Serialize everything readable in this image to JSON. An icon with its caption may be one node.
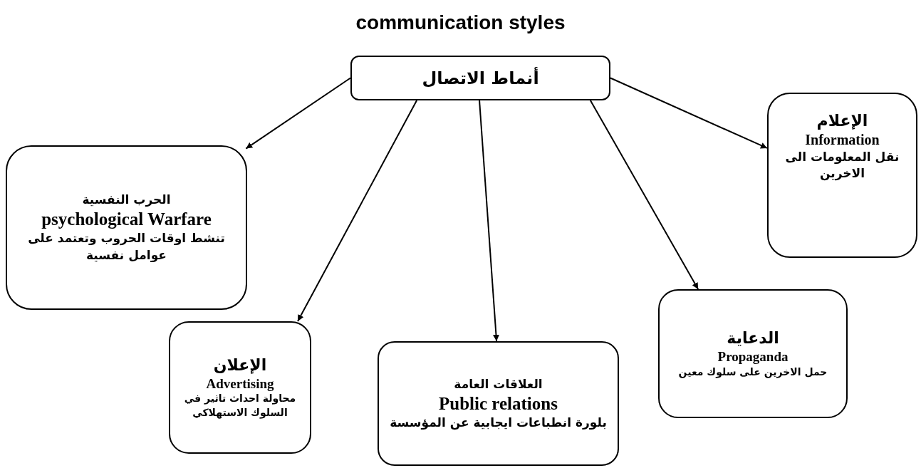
{
  "diagram": {
    "title": "communication styles",
    "nodes": [
      {
        "text": [
          "أنماط الاتصال"
        ]
      },
      {
        "text": [
          "الإعلام",
          "Information",
          "نقل المعلومات الى الاخرين"
        ]
      },
      {
        "text": [
          "الحرب النفسية",
          "psychological Warfare",
          "تنشط اوقات الحروب وتعتمد على عوامل نفسية"
        ]
      },
      {
        "text": [
          "الإعلان",
          "Advertising",
          "محاولة احداث تاثير في السلوك الاستهلاكي"
        ]
      },
      {
        "text": [
          "العلاقات العامة",
          "Public relations",
          "بلورة انطباعات ايجابية عن المؤسسة"
        ]
      },
      {
        "text": [
          "الدعاية",
          "Propaganda",
          "حمل الاخرين على سلوك معين"
        ]
      }
    ],
    "edges": [
      {
        "from": 0,
        "to": 2,
        "arrow": "to"
      },
      {
        "from": 0,
        "to": 3,
        "arrow": "to"
      },
      {
        "from": 0,
        "to": 4,
        "arrow": "to"
      },
      {
        "from": 0,
        "to": 5,
        "arrow": "to"
      },
      {
        "from": 0,
        "to": 1,
        "arrow": "to"
      }
    ]
  }
}
